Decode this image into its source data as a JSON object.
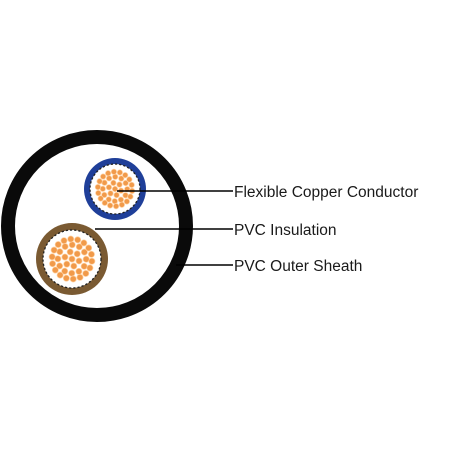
{
  "diagram": {
    "labels": {
      "conductor": "Flexible Copper Conductor",
      "insulation": "PVC Insulation",
      "sheath": "PVC Outer Sheath"
    },
    "colors": {
      "background": "#ffffff",
      "outer_sheath": "#0a0a0a",
      "sheath_fill": "#ffffff",
      "core_1_insulation": "#1f3f99",
      "core_2_insulation": "#7a5a32",
      "copper": "#f19a4a",
      "copper_highlight": "#ffd2a3",
      "separator": "#ffffff",
      "leader_line": "#000000",
      "text": "#1a1a1a"
    }
  }
}
